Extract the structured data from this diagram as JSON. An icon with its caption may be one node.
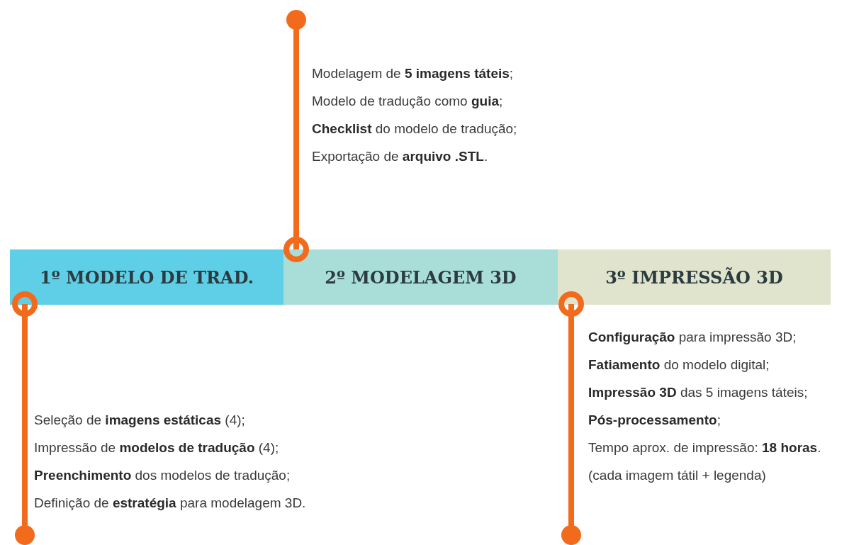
{
  "diagram": {
    "nodes": [
      {
        "text": [
          "1º MODELO DE TRAD."
        ]
      },
      {
        "text": [
          "2º MODELAGEM 3D"
        ]
      },
      {
        "text": [
          "3º IMPRESSÃO 3D"
        ]
      },
      {
        "text": [
          "Modelagem de **5 imagens táteis**;",
          "Modelo de tradução como **guia**;",
          "**Checklist** do modelo de tradução;",
          "Exportação de **arquivo .STL**."
        ]
      },
      {
        "text": [
          "Seleção de **imagens estáticas** (4);",
          "Impressão de **modelos de tradução** (4);",
          "**Preenchimento** dos modelos de tradução;",
          "Definição de **estratégia** para modelagem 3D."
        ]
      },
      {
        "text": [
          "**Configuração** para impressão 3D;",
          "**Fatiamento** do modelo digital;",
          "**Impressão 3D** das 5 imagens táteis;",
          "**Pós-processamento**;",
          "Tempo aprox. de impressão: **18 horas**.",
          "(cada imagem tátil + legenda)"
        ]
      }
    ]
  }
}
